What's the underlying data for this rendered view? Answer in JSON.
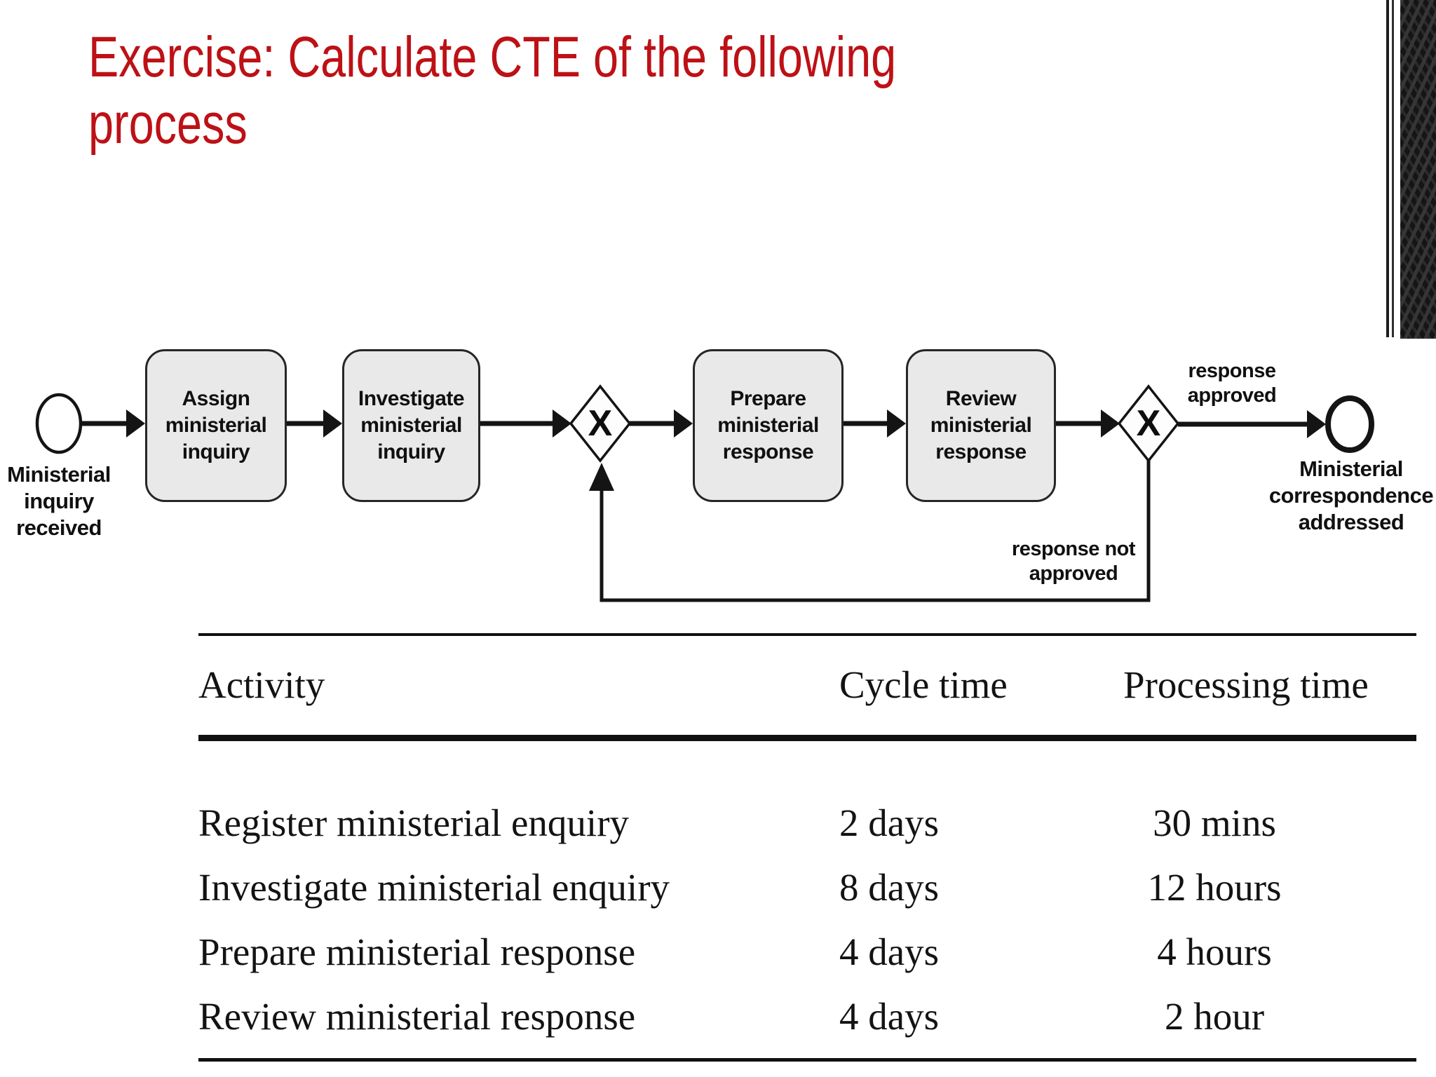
{
  "slide": {
    "title_lines": [
      "Exercise: Calculate CTE of the following",
      "process"
    ]
  },
  "diagram": {
    "start_event_label": "Ministerial inquiry received",
    "tasks": [
      {
        "label": "Assign ministerial inquiry"
      },
      {
        "label": "Investigate ministerial inquiry"
      },
      {
        "label": "Prepare ministerial response"
      },
      {
        "label": "Review ministerial response"
      }
    ],
    "gateways": [
      {
        "symbol": "X"
      },
      {
        "symbol": "X"
      }
    ],
    "flow_labels": {
      "approved": "response approved",
      "not_approved": "response not approved"
    },
    "end_event_label": "Ministerial correspondence addressed"
  },
  "table": {
    "columns": [
      "Activity",
      "Cycle time",
      "Processing time"
    ],
    "rows": [
      {
        "activity": "Register ministerial enquiry",
        "cycle_time": "2 days",
        "processing_time": "30 mins"
      },
      {
        "activity": "Investigate ministerial enquiry",
        "cycle_time": "8 days",
        "processing_time": "12 hours"
      },
      {
        "activity": "Prepare ministerial response",
        "cycle_time": "4 days",
        "processing_time": "4 hours"
      },
      {
        "activity": "Review ministerial response",
        "cycle_time": "4 days",
        "processing_time": "2 hour"
      }
    ]
  },
  "colors": {
    "title_red": "#bd1116",
    "task_fill": "#e9e9e9",
    "ink": "#111111"
  }
}
